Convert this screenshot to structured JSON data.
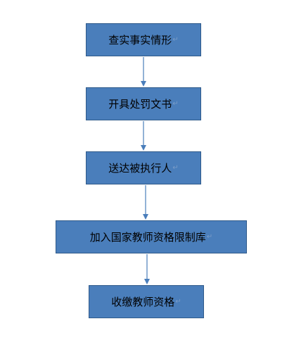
{
  "flowchart": {
    "steps": [
      {
        "label": "查实事实情形"
      },
      {
        "label": "开具处罚文书"
      },
      {
        "label": "送达被执行人"
      },
      {
        "label": "加入国家教师资格限制库"
      },
      {
        "label": "收缴教师资格"
      }
    ],
    "paragraph_mark": "↵",
    "colors": {
      "box_fill": "#4a7ebb",
      "box_border": "#2f5a8a",
      "arrow": "#4a7ebb"
    }
  }
}
